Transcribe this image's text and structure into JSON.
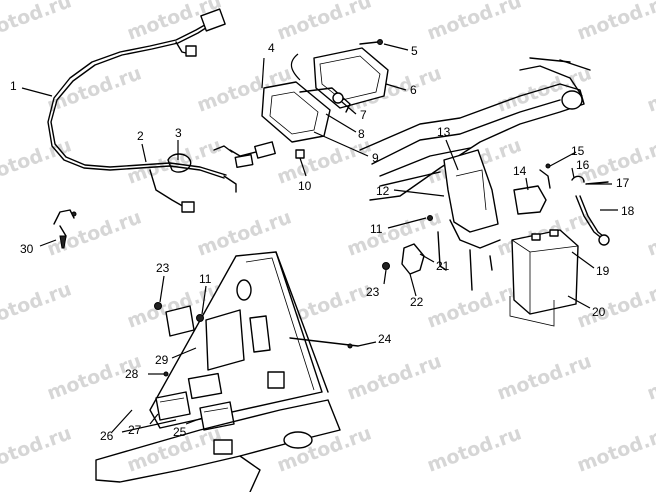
{
  "watermark": "motod.ru",
  "callouts": [
    {
      "id": "1",
      "text": "1"
    },
    {
      "id": "2",
      "text": "2"
    },
    {
      "id": "3",
      "text": "3"
    },
    {
      "id": "4",
      "text": "4"
    },
    {
      "id": "5",
      "text": "5"
    },
    {
      "id": "6",
      "text": "6"
    },
    {
      "id": "7",
      "text": "7"
    },
    {
      "id": "8",
      "text": "8"
    },
    {
      "id": "9",
      "text": "9"
    },
    {
      "id": "10",
      "text": "10"
    },
    {
      "id": "11a",
      "text": "11"
    },
    {
      "id": "11b",
      "text": "11"
    },
    {
      "id": "12",
      "text": "12"
    },
    {
      "id": "13",
      "text": "13"
    },
    {
      "id": "14",
      "text": "14"
    },
    {
      "id": "15",
      "text": "15"
    },
    {
      "id": "16",
      "text": "16"
    },
    {
      "id": "17",
      "text": "17"
    },
    {
      "id": "18",
      "text": "18"
    },
    {
      "id": "19",
      "text": "19"
    },
    {
      "id": "20",
      "text": "20"
    },
    {
      "id": "21",
      "text": "21"
    },
    {
      "id": "22",
      "text": "22"
    },
    {
      "id": "23a",
      "text": "23"
    },
    {
      "id": "23b",
      "text": "23"
    },
    {
      "id": "24",
      "text": "24"
    },
    {
      "id": "25",
      "text": "25"
    },
    {
      "id": "26",
      "text": "26"
    },
    {
      "id": "27",
      "text": "27"
    },
    {
      "id": "28",
      "text": "28"
    },
    {
      "id": "29",
      "text": "29"
    },
    {
      "id": "30",
      "text": "30"
    }
  ]
}
